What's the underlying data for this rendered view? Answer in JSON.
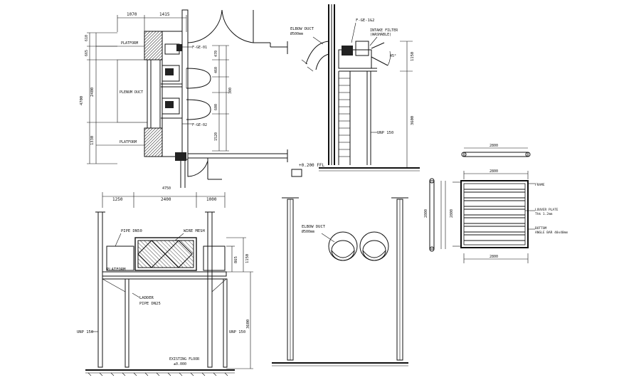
{
  "plan": {
    "dim_top_1": "1070",
    "dim_top_2": "1415",
    "dim_left_1": "610",
    "dim_left_2": "665",
    "dim_left_total": "4700",
    "dim_left_3": "2400",
    "dim_left_4": "1330",
    "dim_right_1": "470",
    "dim_right_2": "460",
    "dim_right_3": "300",
    "dim_right_4": "600",
    "dim_right_5": "1520",
    "label_platform_top": "PLATFORM",
    "label_plenum": "PLENUM DUCT",
    "label_platform_bottom": "PLATFORM",
    "label_fan_1": "F-GE-01",
    "label_fan_2": "F-GE-02",
    "dim_bottom": "4750"
  },
  "side_section": {
    "label_elbow": "ELBOW DUCT",
    "label_elbow_size": "Ø500mm",
    "label_fans": "F-GE-1&2",
    "label_intake": "INTAKE FILTER",
    "label_intake_sub": "(WASHABLE)",
    "dim_top": "1150",
    "dim_height": "3600",
    "label_unp": "UNP 150",
    "label_level": "+0.200 FFL",
    "angle": "45°"
  },
  "front_elevation": {
    "dim_top_1": "1250",
    "dim_top_2": "2400",
    "dim_top_3": "1000",
    "label_pipe": "PIPE DN50",
    "label_wire": "WIRE MESH",
    "label_platform": "PLATFORM",
    "label_ladder": "LADDER",
    "label_ladder_pipe": "PIPE DN25",
    "dim_right_1": "865",
    "dim_right_2": "1150",
    "dim_height": "3600",
    "label_unp_left": "UNP 150",
    "label_unp_right": "UNP 150",
    "label_level": "EXISTING FLOOR",
    "label_level_value": "±0.000"
  },
  "elbow_section": {
    "label_elbow": "ELBOW DUCT",
    "label_size": "Ø500mm"
  },
  "filter_detail": {
    "dim_top": "2800",
    "dim_mid": "2800",
    "dim_side": "2800",
    "dim_inner": "2800",
    "dim_bottom": "2800",
    "label_frame": "FRAME",
    "label_louver": "LOUVER PLATE",
    "label_louver_sub": "Thk 1.2mm",
    "label_bottom": "BOTTOM",
    "label_bottom_sub": "ANGLE BAR 40x40mm"
  }
}
